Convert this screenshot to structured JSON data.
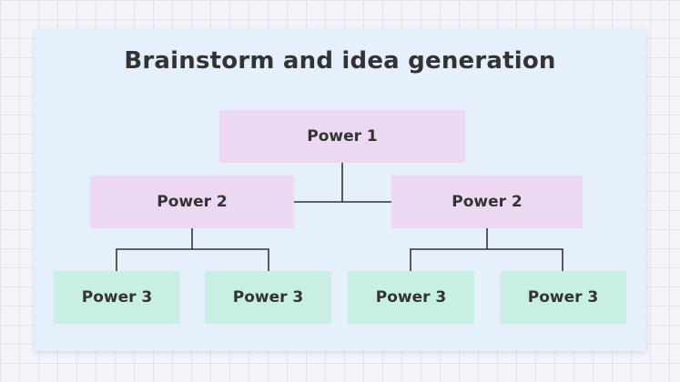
{
  "title": "Brainstorm and idea generation",
  "colors": {
    "panel": "#e5f0fc",
    "level1_box": "#ecd9f1",
    "level2_box": "#ecd9f1",
    "level3_box": "#c9eee4",
    "text": "#333333",
    "connector": "#333333"
  },
  "tree": {
    "root": {
      "label": "Power 1"
    },
    "level2": [
      {
        "label": "Power 2"
      },
      {
        "label": "Power 2"
      }
    ],
    "level3": [
      {
        "label": "Power 3"
      },
      {
        "label": "Power 3"
      },
      {
        "label": "Power 3"
      },
      {
        "label": "Power 3"
      }
    ]
  }
}
